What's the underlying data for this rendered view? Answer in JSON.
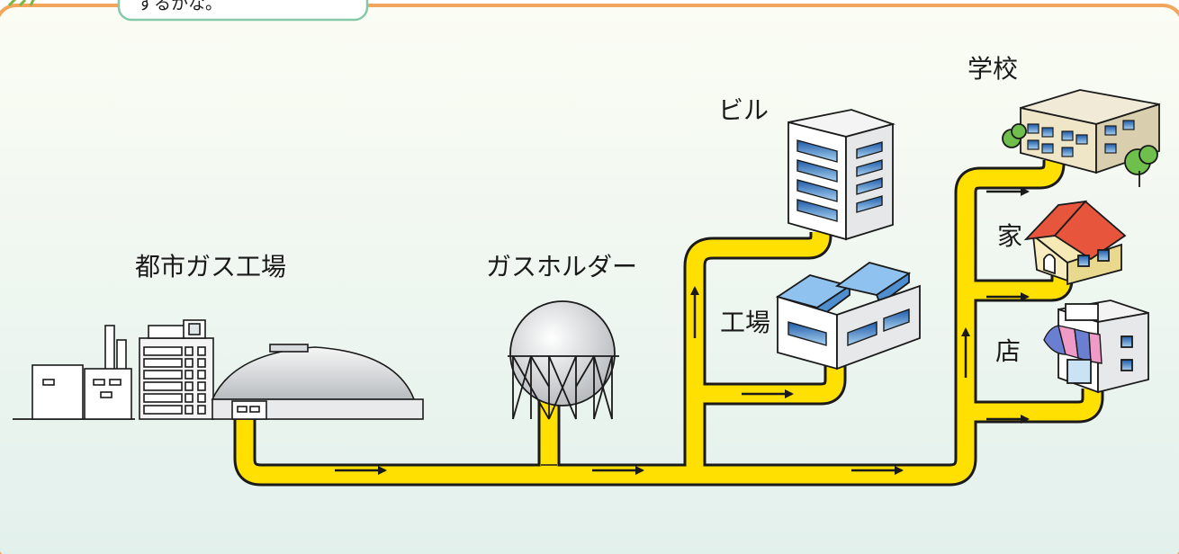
{
  "bubble_text": "するかな。",
  "labels": {
    "factory": "都市ガス工場",
    "holder": "ガスホルダー",
    "building": "ビル",
    "factory2": "工場",
    "school": "学校",
    "house": "家",
    "shop": "店"
  },
  "colors": {
    "frame_border": "#f2a65c",
    "background_top": "#fbfdf4",
    "background_bottom": "#e3f1ec",
    "pipe_fill": "#ffe000",
    "pipe_outline": "#1a1a1a",
    "roof_red": "#e8553d",
    "roof_blue": "#5aa0e0"
  },
  "flow_direction": "left-to-right"
}
